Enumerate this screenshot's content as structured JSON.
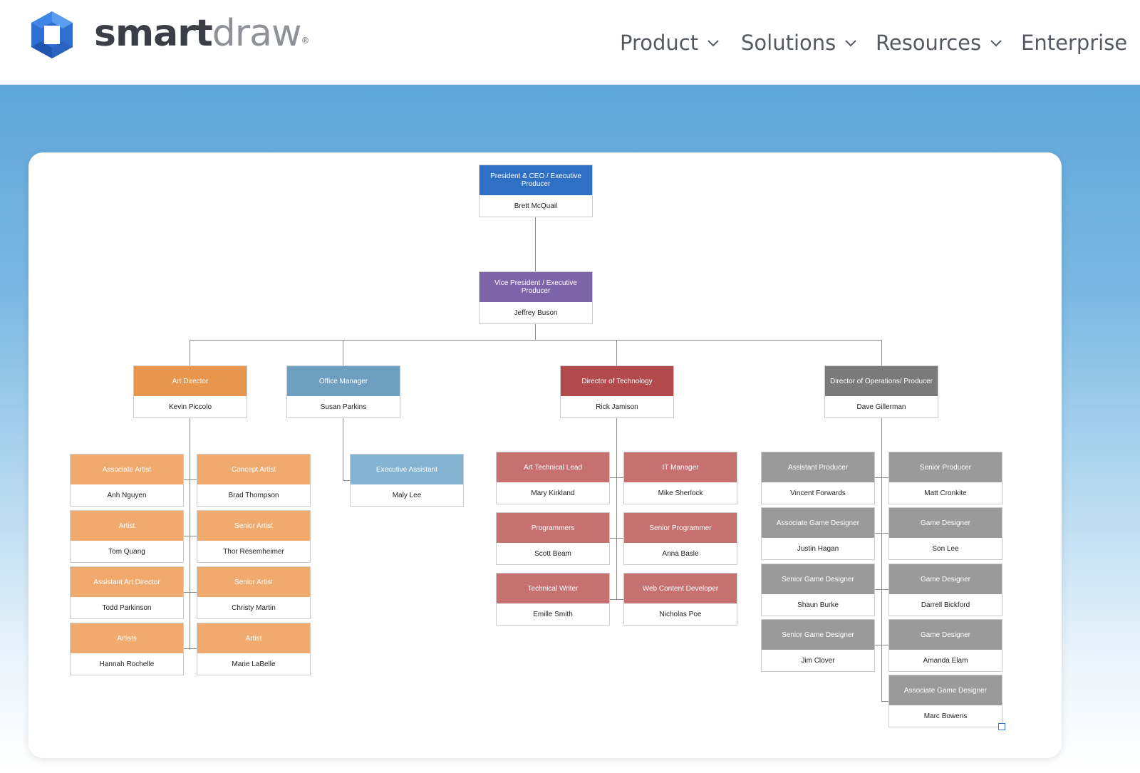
{
  "brand": {
    "part1": "smart",
    "part2": "draw"
  },
  "nav": {
    "product": "Product",
    "solutions": "Solutions",
    "resources": "Resources",
    "enterprise": "Enterprise"
  },
  "colors": {
    "blue": "#2f6fc4",
    "purple": "#7d64a8",
    "orange_head": "#e8964d",
    "orange": "#f0aa6d",
    "steel": "#6e9fc1",
    "steel_light": "#84b2d1",
    "red_head": "#b2494a",
    "red": "#c6706f",
    "gray_head": "#7a7a7a",
    "gray": "#9a9a9a"
  },
  "org": {
    "ceo": {
      "title": "President & CEO / Executive Producer",
      "name": "Brett McQuail"
    },
    "vp": {
      "title": "Vice President / Executive Producer",
      "name": "Jeffrey Buson"
    },
    "art_director": {
      "title": "Art Director",
      "name": "Kevin Piccolo"
    },
    "office_manager": {
      "title": "Office Manager",
      "name": "Susan Parkins"
    },
    "dir_tech": {
      "title": "Director of Technology",
      "name": "Rick Jamison"
    },
    "dir_ops": {
      "title": "Director of Operations/ Producer",
      "name": "Dave Gillerman"
    },
    "exec_assistant": {
      "title": "Executive Assistant",
      "name": "Maly Lee"
    },
    "art_team": [
      {
        "title": "Associate Artist",
        "name": "Anh Nguyen"
      },
      {
        "title": "Concept Artist",
        "name": "Brad Thompson"
      },
      {
        "title": "Artist",
        "name": "Tom Quang"
      },
      {
        "title": "Senior Artist",
        "name": "Thor Resemheimer"
      },
      {
        "title": "Assistant Art Director",
        "name": "Todd Parkinson"
      },
      {
        "title": "Senior Artist",
        "name": "Christy Martin"
      },
      {
        "title": "Artists",
        "name": "Hannah Rochelle"
      },
      {
        "title": "Artist",
        "name": "Marie LaBelle"
      }
    ],
    "tech_team": [
      {
        "title": "Art Technical Lead",
        "name": "Mary Kirkland"
      },
      {
        "title": "IT Manager",
        "name": "Mike Sherlock"
      },
      {
        "title": "Programmers",
        "name": "Scott Beam"
      },
      {
        "title": "Senior Programmer",
        "name": "Anna Basle"
      },
      {
        "title": "Technical Writer",
        "name": "Emille Smith"
      },
      {
        "title": "Web Content Developer",
        "name": "Nicholas Poe"
      }
    ],
    "ops_team": [
      {
        "title": "Assistant Producer",
        "name": "Vincent Forwards"
      },
      {
        "title": "Senior Producer",
        "name": "Matt Cronkite"
      },
      {
        "title": "Associate Game Designer",
        "name": "Justin Hagan"
      },
      {
        "title": "Game Designer",
        "name": "Son Lee"
      },
      {
        "title": "Senior Game Designer",
        "name": "Shaun Burke"
      },
      {
        "title": "Game Designer",
        "name": "Darrell Bickford"
      },
      {
        "title": "Senior Game Designer",
        "name": "Jim Clover"
      },
      {
        "title": "Game Designer",
        "name": "Amanda Elam"
      },
      {
        "title": "Associate Game Designer",
        "name": "Marc Bowens"
      }
    ]
  }
}
